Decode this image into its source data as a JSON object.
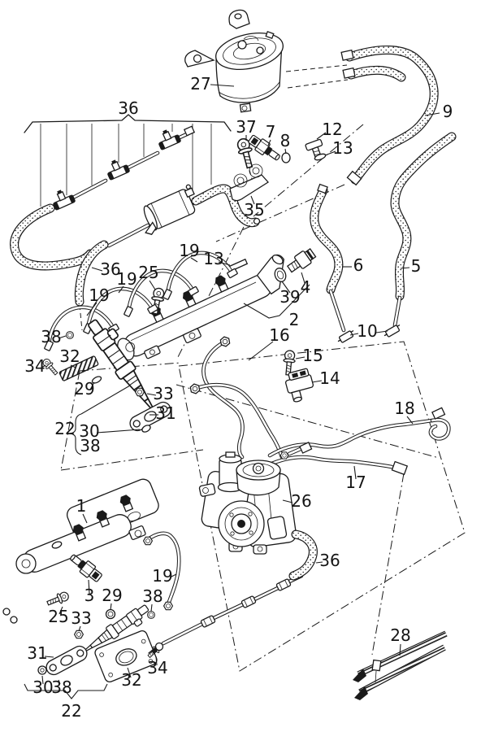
{
  "figure": {
    "type": "exploded-parts-diagram",
    "background": "#ffffff",
    "ink": "#1a1a1a"
  },
  "callouts": [
    {
      "part": "36"
    },
    {
      "part": "27"
    },
    {
      "part": "9"
    },
    {
      "part": "37"
    },
    {
      "part": "7"
    },
    {
      "part": "8"
    },
    {
      "part": "12"
    },
    {
      "part": "13"
    },
    {
      "part": "35"
    },
    {
      "part": "36"
    },
    {
      "part": "19"
    },
    {
      "part": "19"
    },
    {
      "part": "25"
    },
    {
      "part": "19"
    },
    {
      "part": "13"
    },
    {
      "part": "4"
    },
    {
      "part": "39"
    },
    {
      "part": "2"
    },
    {
      "part": "6"
    },
    {
      "part": "5"
    },
    {
      "part": "10"
    },
    {
      "part": "16"
    },
    {
      "part": "15"
    },
    {
      "part": "14"
    },
    {
      "part": "38"
    },
    {
      "part": "32"
    },
    {
      "part": "34"
    },
    {
      "part": "29"
    },
    {
      "part": "33"
    },
    {
      "part": "31"
    },
    {
      "part": "22"
    },
    {
      "part": "30"
    },
    {
      "part": "38"
    },
    {
      "part": "18"
    },
    {
      "part": "17"
    },
    {
      "part": "26"
    },
    {
      "part": "1"
    },
    {
      "part": "36"
    },
    {
      "part": "19"
    },
    {
      "part": "3"
    },
    {
      "part": "29"
    },
    {
      "part": "38"
    },
    {
      "part": "25"
    },
    {
      "part": "33"
    },
    {
      "part": "31"
    },
    {
      "part": "34"
    },
    {
      "part": "32"
    },
    {
      "part": "30"
    },
    {
      "part": "38"
    },
    {
      "part": "22"
    },
    {
      "part": "28"
    }
  ]
}
